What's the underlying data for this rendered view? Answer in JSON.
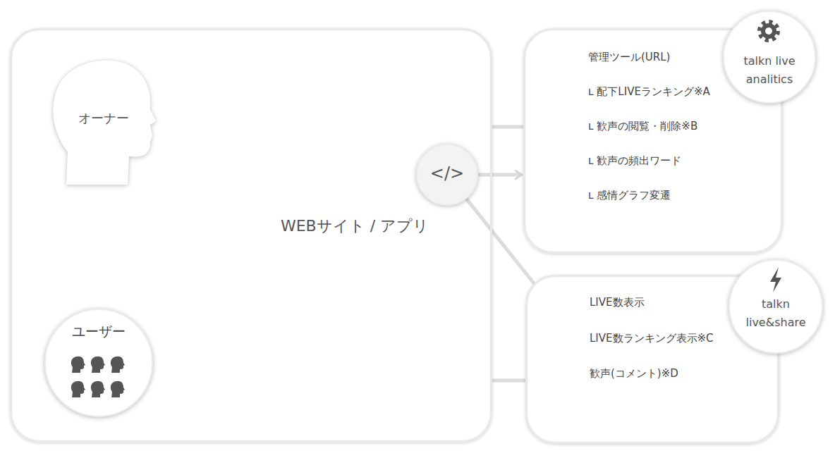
{
  "diagram": {
    "nodes": [
      {
        "text": [
          "WEBサイト / アプリ"
        ]
      },
      {
        "text": [
          "オーナー"
        ],
        "in": 0
      },
      {
        "text": [
          "ユーザー"
        ],
        "in": 0
      },
      {
        "text": [
          "</>"
        ],
        "in": 0
      },
      {
        "text": [
          "管理ツール(URL)",
          "ʟ 配下LIVEランキング※A",
          "ʟ 歓声の閲覧・削除※B",
          "ʟ 歓声の頻出ワード",
          "ʟ 感情グラフ変遷"
        ]
      },
      {
        "text": [
          "talkn live analitics"
        ],
        "in": 4
      },
      {
        "text": [
          "LIVE数表示",
          "LIVE数ランキング表示※C",
          "歓声(コメント)※D"
        ]
      },
      {
        "text": [
          "talkn live&share"
        ],
        "in": 6
      }
    ],
    "edges": [
      {
        "from": 0,
        "to": 4,
        "arrow": "none"
      },
      {
        "from": 3,
        "to": 4,
        "arrow": "to"
      },
      {
        "from": 3,
        "to": 6,
        "arrow": "none"
      },
      {
        "from": 0,
        "to": 6,
        "arrow": "none"
      }
    ]
  }
}
